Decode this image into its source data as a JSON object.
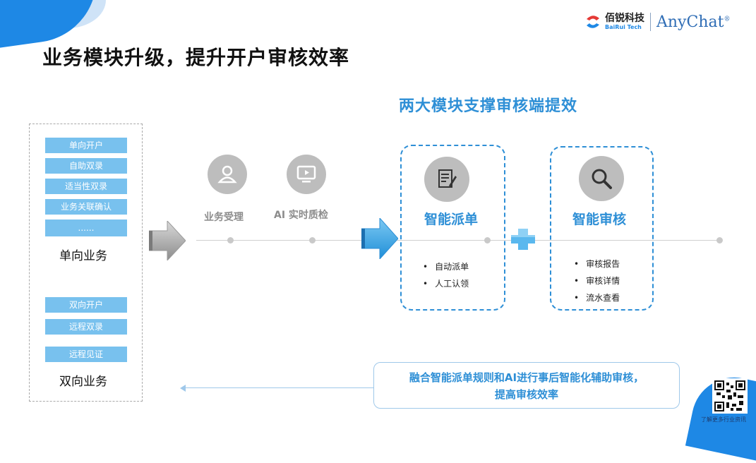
{
  "brand": {
    "cn": "佰锐科技",
    "en": "BaiRui Tech",
    "product": "AnyChat",
    "mark": "®"
  },
  "title": "业务模块升级，提升开户审核效率",
  "subtitle": "两大模块支撑审核端提效",
  "left_panel": {
    "one_way": {
      "items": [
        "单向开户",
        "自助双录",
        "适当性双录",
        "业务关联确认",
        "......"
      ],
      "label": "单向业务"
    },
    "two_way": {
      "items": [
        "双向开户",
        "远程双录",
        "远程见证"
      ],
      "label": "双向业务"
    }
  },
  "steps": [
    {
      "label": "业务受理",
      "icon": "user-icon"
    },
    {
      "label": "AI 实时质检",
      "icon": "video-play-icon"
    }
  ],
  "modules": [
    {
      "title": "智能派单",
      "icon": "document-pen-icon",
      "bullets": [
        "自动派单",
        "人工认领"
      ]
    },
    {
      "title": "智能审核",
      "icon": "magnifier-icon",
      "bullets": [
        "审核报告",
        "审核详情",
        "流水查看"
      ]
    }
  ],
  "callout": {
    "line1": "融合智能派单规则和AI进行事后智能化辅助审核，",
    "line2": "提高审核效率"
  },
  "qr_caption": "了解更多行业资讯",
  "colors": {
    "accent": "#2e8fd6",
    "tag": "#78c1ee",
    "icon_gray": "#bdbdbd",
    "arrow_blue": "#3aa6e8"
  }
}
